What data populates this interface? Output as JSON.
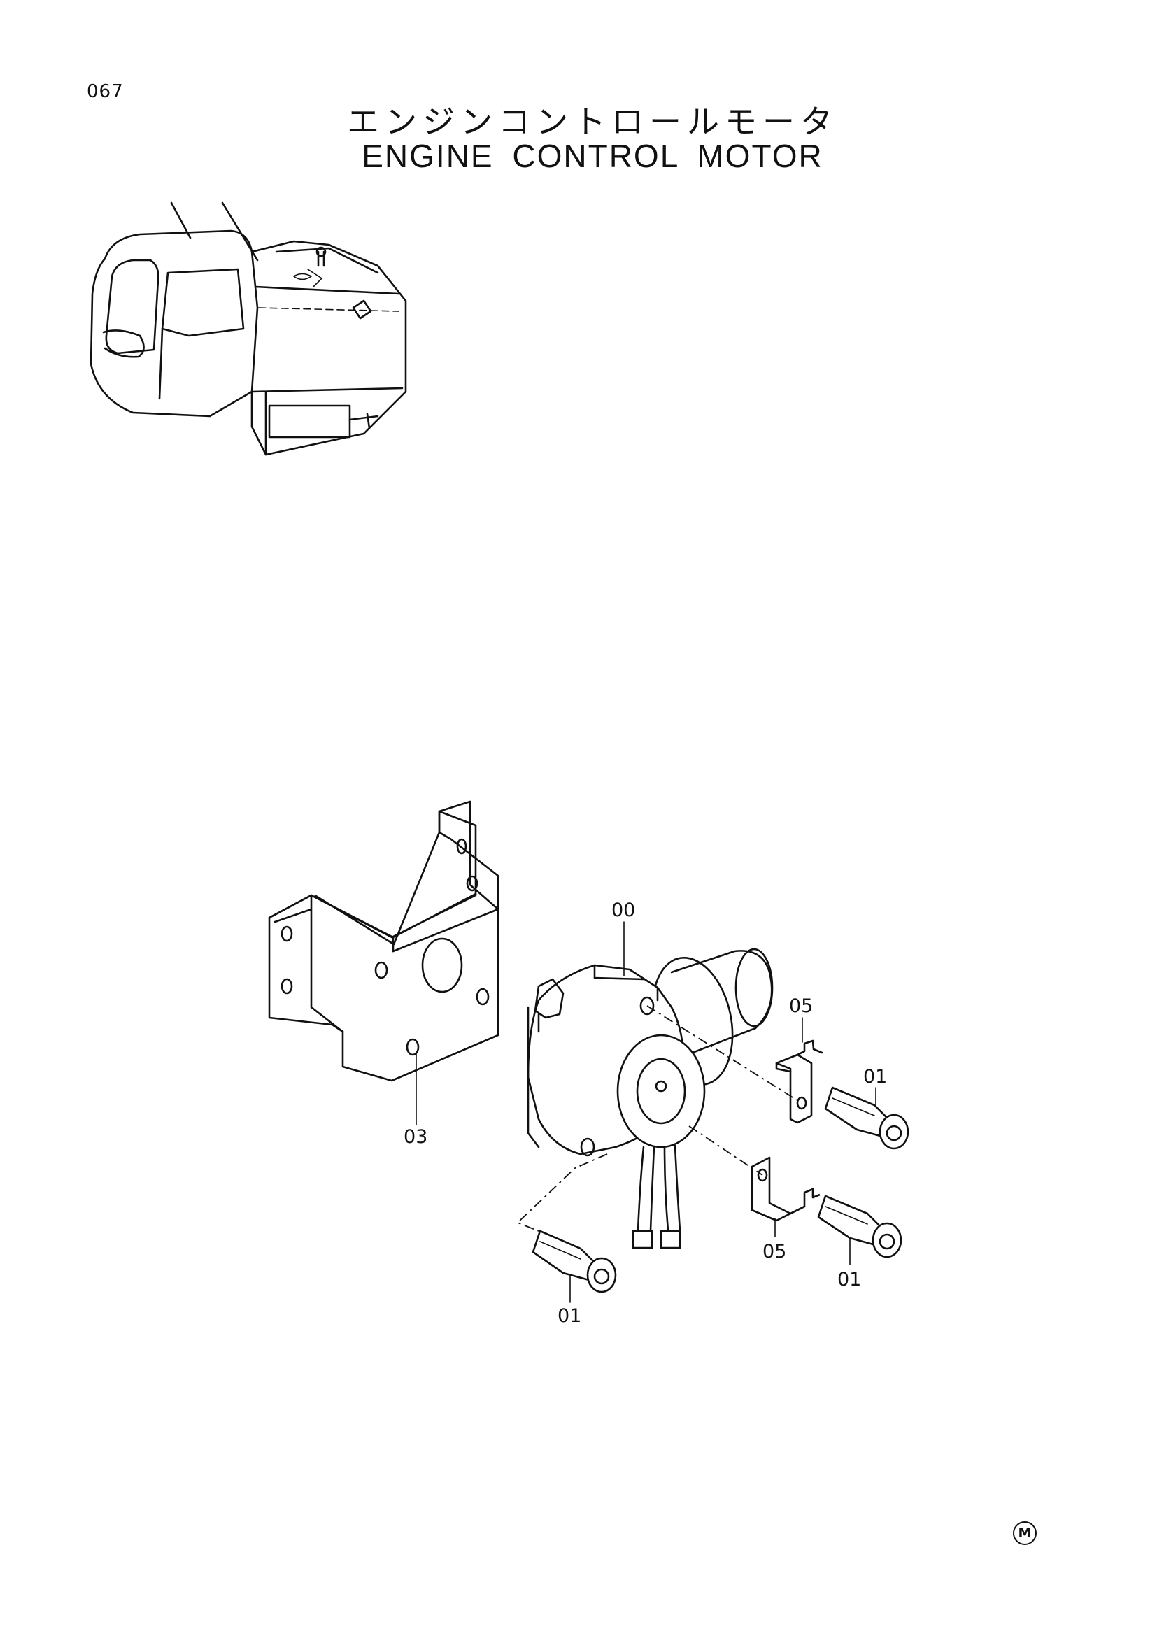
{
  "page_number": "067",
  "title_jp": "エンジンコントロールモータ",
  "title_en": "ENGINE CONTROL MOTOR",
  "callouts": [
    {
      "id": "00",
      "label": "00"
    },
    {
      "id": "03",
      "label": "03"
    },
    {
      "id": "05a",
      "label": "05"
    },
    {
      "id": "01a",
      "label": "01"
    },
    {
      "id": "05b",
      "label": "05"
    },
    {
      "id": "01b",
      "label": "01"
    },
    {
      "id": "01c",
      "label": "01"
    }
  ],
  "corner_mark": "M"
}
